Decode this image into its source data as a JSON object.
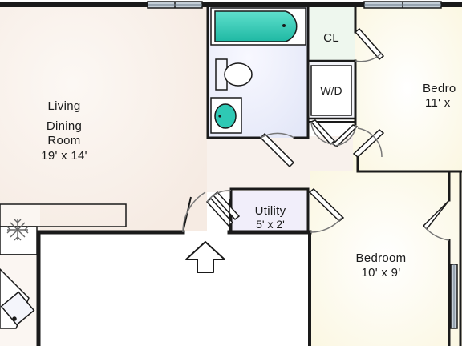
{
  "rooms": {
    "living": {
      "line1": "Living",
      "line2": "Dining",
      "line3": "Room",
      "size": "19' x 14'"
    },
    "bedroom_right": {
      "name": "Bedro",
      "size": "11' x"
    },
    "bedroom_lower": {
      "name": "Bedroom",
      "size": "10' x 9'"
    },
    "utility": {
      "name": "Utility",
      "size": "5' x 2'"
    },
    "closet": {
      "name": "CL"
    },
    "laundry": {
      "name": "W/D"
    }
  },
  "colors": {
    "wall": "#1a1a1a",
    "living_floor": "#fbf6f2",
    "bedroom_floor": "#fefcf0",
    "bath_floor": "#eef0fa",
    "closet_floor": "#eef7ee",
    "tub": "#2fc8b4",
    "window": "#8a9aa8"
  },
  "icons": [
    "snowflake-icon",
    "entry-arrow-icon",
    "toilet-icon",
    "sink-icon",
    "bathtub-icon"
  ]
}
